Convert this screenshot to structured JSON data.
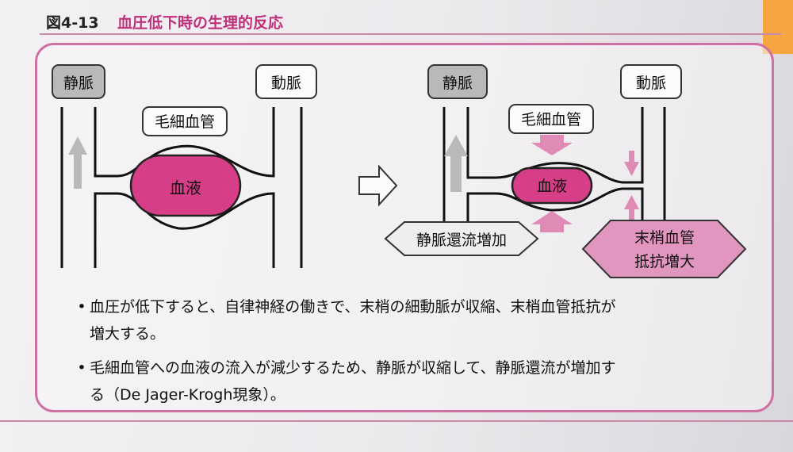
{
  "figure": {
    "label": "図4-13",
    "title": "血圧低下時の生理的反応"
  },
  "left_panel": {
    "vein": "静脈",
    "artery": "動脈",
    "capillary": "毛細血管",
    "blood": "血液"
  },
  "right_panel": {
    "vein": "静脈",
    "artery": "動脈",
    "capillary": "毛細血管",
    "blood": "血液",
    "venous_return": "静脈還流増加",
    "peripheral_resistance_line1": "末梢血管",
    "peripheral_resistance_line2": "抵抗増大"
  },
  "notes": [
    {
      "bullet": "•",
      "lines": [
        "血圧が低下すると、自律神経の働きで、末梢の細動脈が収縮、末梢血管抵抗が",
        "増大する。"
      ]
    },
    {
      "bullet": "•",
      "lines": [
        "毛細血管への血液の流入が減少するため、静脈が収縮して、静脈還流が増加す",
        "る（De Jager-Krogh現象）。"
      ]
    }
  ],
  "colors": {
    "accent": "#c0307a",
    "blood_fill": "#d63f87",
    "arrow_pink": "#e08bb6",
    "gray_box": "#b9b9bb",
    "frame": "#cf6fa2"
  }
}
